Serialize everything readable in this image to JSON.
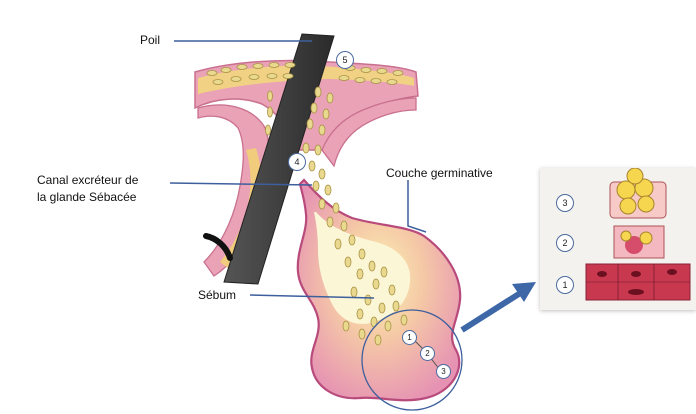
{
  "labels": {
    "poil": "Poil",
    "canal_line1": "Canal excréteur de",
    "canal_line2": "la glande Sébacée",
    "couche": "Couche germinative",
    "sebum": "Sébum"
  },
  "markers": {
    "top": "5",
    "middle": "4",
    "cells": [
      "1",
      "2",
      "3"
    ]
  },
  "inset_steps": [
    "3",
    "2",
    "1"
  ],
  "colors": {
    "skin": "#e8a7b8",
    "gland_border": "#b84a7c",
    "fat": "#f2d58a",
    "hair": "#3c3c3c",
    "vesicle": "#e9d98e",
    "pointer": "#3e67a8",
    "callout_line": "#3d5f9d"
  }
}
